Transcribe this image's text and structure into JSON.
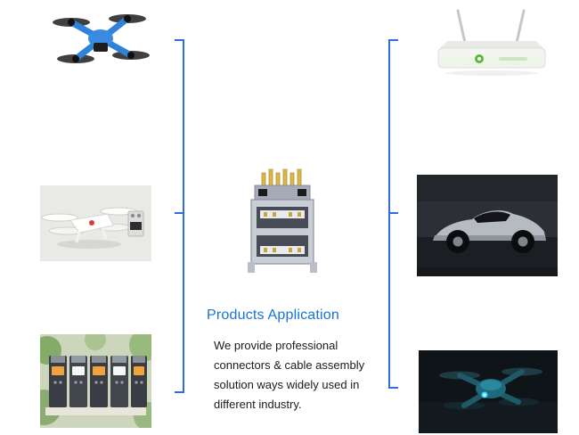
{
  "title": "Products Application",
  "description": {
    "lines": [
      "We provide professional",
      "connectors & cable assembly",
      "solution ways widely used in",
      "different industry."
    ]
  },
  "colors": {
    "accent": "#2e6be4",
    "title": "#1874d2",
    "text": "#1b1b1b"
  },
  "images": {
    "top_left": "blue racing drone",
    "middle_left": "white camera drone with remote controller",
    "bottom_left": "industrial frequency inverter drives",
    "center": "stacked dual USB port connector",
    "top_right": "white wireless router with antennas",
    "middle_right": "convertible sports car",
    "bottom_right": "dark teal quadcopter drone"
  }
}
